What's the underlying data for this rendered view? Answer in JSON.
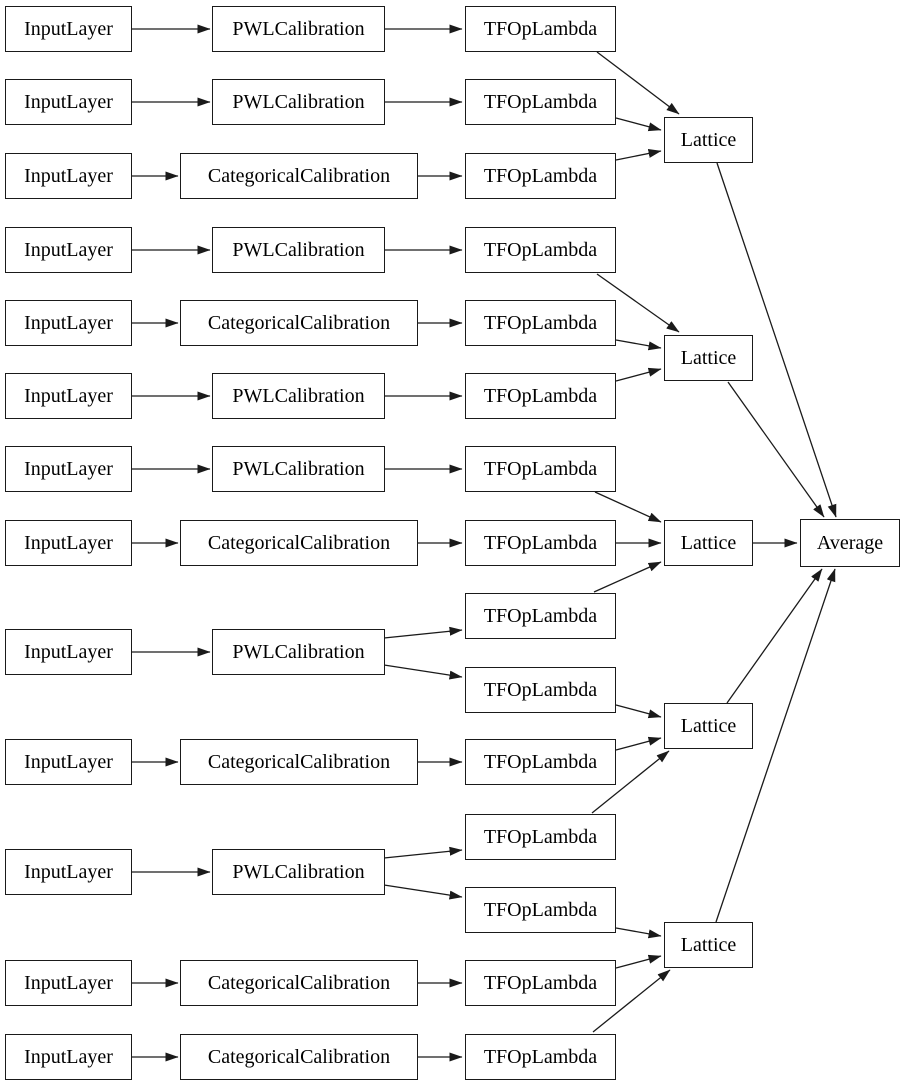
{
  "diagram": {
    "kind": "keras-model-graph",
    "colors": {
      "node_border": "#1a1a1a",
      "node_fill": "#ffffff",
      "edge": "#1a1a1a",
      "background": "#ffffff"
    },
    "nodes": [
      {
        "id": 0,
        "type": "input",
        "label": "InputLayer"
      },
      {
        "id": 1,
        "type": "pwl",
        "label": "PWLCalibration"
      },
      {
        "id": 2,
        "type": "lambda",
        "label": "TFOpLambda"
      },
      {
        "id": 3,
        "type": "input",
        "label": "InputLayer"
      },
      {
        "id": 4,
        "type": "pwl",
        "label": "PWLCalibration"
      },
      {
        "id": 5,
        "type": "lambda",
        "label": "TFOpLambda"
      },
      {
        "id": 6,
        "type": "input",
        "label": "InputLayer"
      },
      {
        "id": 7,
        "type": "cat",
        "label": "CategoricalCalibration"
      },
      {
        "id": 8,
        "type": "lambda",
        "label": "TFOpLambda"
      },
      {
        "id": 9,
        "type": "lattice",
        "label": "Lattice"
      },
      {
        "id": 10,
        "type": "input",
        "label": "InputLayer"
      },
      {
        "id": 11,
        "type": "pwl",
        "label": "PWLCalibration"
      },
      {
        "id": 12,
        "type": "lambda",
        "label": "TFOpLambda"
      },
      {
        "id": 13,
        "type": "input",
        "label": "InputLayer"
      },
      {
        "id": 14,
        "type": "cat",
        "label": "CategoricalCalibration"
      },
      {
        "id": 15,
        "type": "lambda",
        "label": "TFOpLambda"
      },
      {
        "id": 16,
        "type": "input",
        "label": "InputLayer"
      },
      {
        "id": 17,
        "type": "pwl",
        "label": "PWLCalibration"
      },
      {
        "id": 18,
        "type": "lambda",
        "label": "TFOpLambda"
      },
      {
        "id": 19,
        "type": "lattice",
        "label": "Lattice"
      },
      {
        "id": 20,
        "type": "input",
        "label": "InputLayer"
      },
      {
        "id": 21,
        "type": "pwl",
        "label": "PWLCalibration"
      },
      {
        "id": 22,
        "type": "lambda",
        "label": "TFOpLambda"
      },
      {
        "id": 23,
        "type": "input",
        "label": "InputLayer"
      },
      {
        "id": 24,
        "type": "cat",
        "label": "CategoricalCalibration"
      },
      {
        "id": 25,
        "type": "lambda",
        "label": "TFOpLambda"
      },
      {
        "id": 26,
        "type": "lambda",
        "label": "TFOpLambda"
      },
      {
        "id": 27,
        "type": "lattice",
        "label": "Lattice"
      },
      {
        "id": 28,
        "type": "input",
        "label": "InputLayer"
      },
      {
        "id": 29,
        "type": "pwl",
        "label": "PWLCalibration"
      },
      {
        "id": 30,
        "type": "lambda",
        "label": "TFOpLambda"
      },
      {
        "id": 31,
        "type": "input",
        "label": "InputLayer"
      },
      {
        "id": 32,
        "type": "cat",
        "label": "CategoricalCalibration"
      },
      {
        "id": 33,
        "type": "lambda",
        "label": "TFOpLambda"
      },
      {
        "id": 34,
        "type": "lattice",
        "label": "Lattice"
      },
      {
        "id": 35,
        "type": "lambda",
        "label": "TFOpLambda"
      },
      {
        "id": 36,
        "type": "input",
        "label": "InputLayer"
      },
      {
        "id": 37,
        "type": "pwl",
        "label": "PWLCalibration"
      },
      {
        "id": 38,
        "type": "lambda",
        "label": "TFOpLambda"
      },
      {
        "id": 39,
        "type": "input",
        "label": "InputLayer"
      },
      {
        "id": 40,
        "type": "cat",
        "label": "CategoricalCalibration"
      },
      {
        "id": 41,
        "type": "lambda",
        "label": "TFOpLambda"
      },
      {
        "id": 42,
        "type": "lattice",
        "label": "Lattice"
      },
      {
        "id": 43,
        "type": "input",
        "label": "InputLayer"
      },
      {
        "id": 44,
        "type": "cat",
        "label": "CategoricalCalibration"
      },
      {
        "id": 45,
        "type": "lambda",
        "label": "TFOpLambda"
      },
      {
        "id": 46,
        "type": "average",
        "label": "Average"
      }
    ],
    "edges": [
      [
        0,
        1
      ],
      [
        1,
        2
      ],
      [
        3,
        4
      ],
      [
        4,
        5
      ],
      [
        6,
        7
      ],
      [
        7,
        8
      ],
      [
        2,
        9
      ],
      [
        5,
        9
      ],
      [
        8,
        9
      ],
      [
        10,
        11
      ],
      [
        11,
        12
      ],
      [
        13,
        14
      ],
      [
        14,
        15
      ],
      [
        16,
        17
      ],
      [
        17,
        18
      ],
      [
        12,
        19
      ],
      [
        15,
        19
      ],
      [
        18,
        19
      ],
      [
        20,
        21
      ],
      [
        21,
        22
      ],
      [
        23,
        24
      ],
      [
        24,
        25
      ],
      [
        22,
        27
      ],
      [
        25,
        27
      ],
      [
        26,
        27
      ],
      [
        28,
        29
      ],
      [
        29,
        26
      ],
      [
        29,
        30
      ],
      [
        31,
        32
      ],
      [
        32,
        33
      ],
      [
        30,
        34
      ],
      [
        33,
        34
      ],
      [
        35,
        34
      ],
      [
        36,
        37
      ],
      [
        37,
        35
      ],
      [
        37,
        38
      ],
      [
        39,
        40
      ],
      [
        40,
        41
      ],
      [
        38,
        42
      ],
      [
        41,
        42
      ],
      [
        45,
        42
      ],
      [
        43,
        44
      ],
      [
        44,
        45
      ],
      [
        9,
        46
      ],
      [
        19,
        46
      ],
      [
        27,
        46
      ],
      [
        34,
        46
      ],
      [
        42,
        46
      ]
    ]
  }
}
